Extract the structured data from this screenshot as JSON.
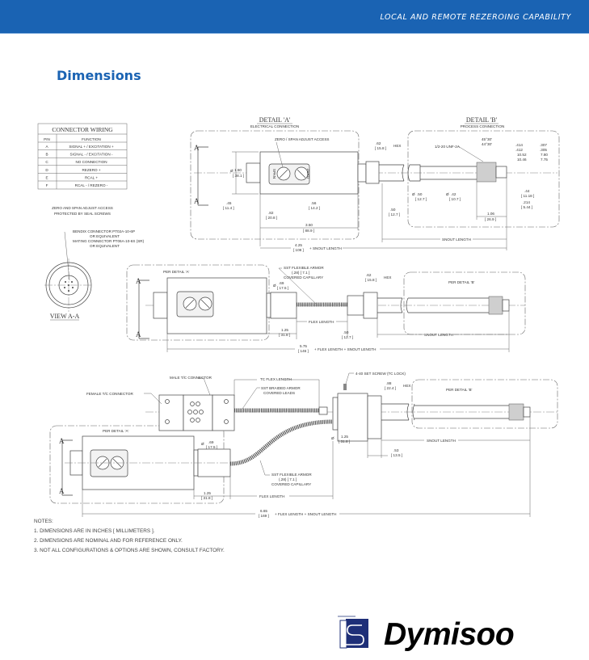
{
  "header": {
    "tagline": "LOCAL AND REMOTE REZEROING CAPABILITY",
    "color": "#1a63b3"
  },
  "section_title": "Dimensions",
  "wiring": {
    "title": "CONNECTOR WIRING",
    "columns": [
      "PIN",
      "FUNCTION"
    ],
    "rows": [
      {
        "pin": "A",
        "function": "SIGNAL + / EXCITATION +"
      },
      {
        "pin": "B",
        "function": "SIGNAL - / EXCITATION -"
      },
      {
        "pin": "C",
        "function": "NO CONNECTION"
      },
      {
        "pin": "D",
        "function": "REZERO +"
      },
      {
        "pin": "E",
        "function": "RCAL +"
      },
      {
        "pin": "F",
        "function": "RCAL - / REZERO -"
      }
    ],
    "note1": "ZERO AND SPAN ADJUST ACCESS",
    "note2": "PROTECTED BY SEAL SCREWS"
  },
  "labels": {
    "detail_a": "DETAIL 'A'",
    "detail_a_sub": "ELECTRICAL CONNECTION",
    "detail_b": "DETAIL 'B'",
    "detail_b_sub": "PROCESS CONNECTION",
    "zero_span": "ZERO / SPAN ADJUST ACCESS",
    "span": "SPAN",
    "zero": "ZERO",
    "section_a": "A",
    "dia": "Ø",
    "d150": "1.50",
    "d150mm": "[ 38.1 ]",
    "d45": ".45",
    "d45mm": "[ 11.4 ]",
    "d82": ".82",
    "d82mm": "[ 20.8 ]",
    "d56": ".56",
    "d56mm": "[ 14.2 ]",
    "d350": "3.50",
    "d350mm": "[ 88.9 ]",
    "hex62": ".62",
    "hex62mm": "[ 15.8 ]",
    "hex": "HEX",
    "d50": ".50",
    "d50mm": "[ 12.7 ]",
    "d42": ".42",
    "d42mm": "[ 10.7 ]",
    "thread": "1/2-20 UNF-2A",
    "ang1": "45°30'",
    "ang2": "44°30'",
    "d414": ".414",
    "d412": ".412",
    "d414mm": "10.52",
    "d412mm": "10.46",
    "d307": ".307",
    "d305": ".305",
    "d307mm": "7.80",
    "d305mm": "7.75",
    "d44": ".44",
    "d44mm": "[ 11.18 ]",
    "d214": ".214",
    "d214mm": "[ 5.44 ]",
    "d106": "1.06",
    "d106mm": "[ 26.9 ]",
    "snout": "SNOUT LENGTH",
    "d425": "4.25",
    "d425mm": "[ 108 ]",
    "plus_snout": "+ SNOUT LENGTH",
    "bendix1": "BENDIX  CONNECTOR PT02A-10-6P",
    "bendix2": "OR EQUIVALENT",
    "bendix3": "MATING CONNECTOR PT06A-10-6S (SR)",
    "bendix4": "OR EQUIVALENT",
    "view_aa": "VIEW A-A",
    "per_a": "PER DETAIL 'A'",
    "per_b": "PER DETAIL 'B'",
    "d69": ".69",
    "d69mm": "[ 17.5 ]",
    "armor1": "SST FLEXIBLE ARMOR",
    "armor2": "(.28) [ 7.1 ]",
    "armor3": "COVERED CAPILLARY",
    "flex": "FLEX LENGTH",
    "d125": "1.25",
    "d125mm": "[ 31.8 ]",
    "d575": "5.75",
    "d575mm": "[ 146 ]",
    "plus_flex_snout": "+ FLEX LENGTH + SNOUT LENGTH",
    "male_tc": "MALE T/C CONNECTOR",
    "female_tc": "FEMALE T/C CONNECTOR",
    "tc_flex": "TC FLEX LENGTH",
    "braid1": "SST BRAIDED ARMOR",
    "braid2": "COVERED  LEADS",
    "set_screw": "4-40 SET SCREW (TC LOCK)",
    "hex88": ".88",
    "hex88mm": "[ 22.4 ]",
    "d53": ".53",
    "d53mm": "[ 13.5 ]",
    "d665": "6.65",
    "d665mm": "[ 169 ]"
  },
  "notes": {
    "title": "NOTES:",
    "items": [
      "1. DIMENSIONS ARE IN INCHES [ MILLIMETERS ].",
      "2. DIMENSIONS ARE NOMINAL AND FOR REFERENCE ONLY.",
      "3. NOT ALL CONFIGURATIONS & OPTIONS ARE SHOWN, CONSULT FACTORY."
    ]
  },
  "brand": {
    "name": "Dymisoo",
    "logo_color": "#1e2f78"
  }
}
